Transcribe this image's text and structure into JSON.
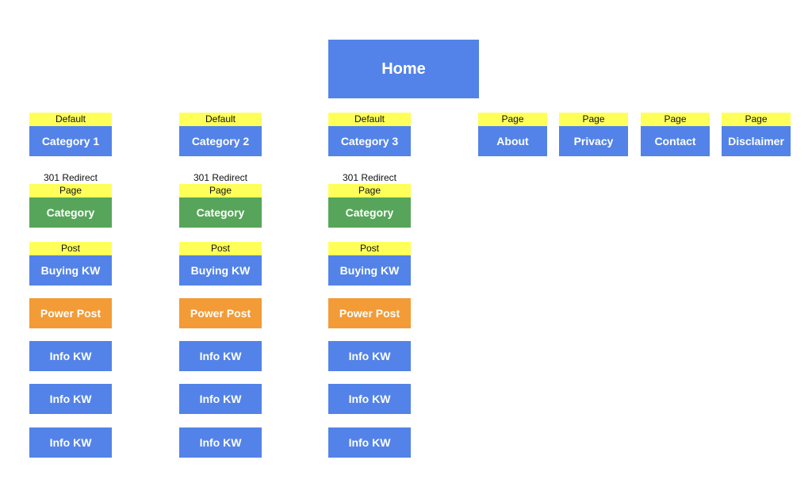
{
  "home": {
    "label": "Home"
  },
  "columns": [
    {
      "category_tag": "Default",
      "category_label": "Category 1",
      "redirect_note": "301 Redirect",
      "page_tag": "Page",
      "page_label": "Category",
      "post_tag": "Post",
      "buying_label": "Buying KW",
      "power_label": "Power Post",
      "info_labels": [
        "Info KW",
        "Info KW",
        "Info KW"
      ]
    },
    {
      "category_tag": "Default",
      "category_label": "Category 2",
      "redirect_note": "301 Redirect",
      "page_tag": "Page",
      "page_label": "Category",
      "post_tag": "Post",
      "buying_label": "Buying KW",
      "power_label": "Power Post",
      "info_labels": [
        "Info KW",
        "Info KW",
        "Info KW"
      ]
    },
    {
      "category_tag": "Default",
      "category_label": "Category 3",
      "redirect_note": "301 Redirect",
      "page_tag": "Page",
      "page_label": "Category",
      "post_tag": "Post",
      "buying_label": "Buying KW",
      "power_label": "Power Post",
      "info_labels": [
        "Info KW",
        "Info KW",
        "Info KW"
      ]
    }
  ],
  "pages": [
    {
      "tag": "Page",
      "label": "About"
    },
    {
      "tag": "Page",
      "label": "Privacy"
    },
    {
      "tag": "Page",
      "label": "Contact"
    },
    {
      "tag": "Page",
      "label": "Disclaimer"
    }
  ],
  "colors": {
    "blue": "#5383e8",
    "green": "#57a55a",
    "orange": "#f29b37",
    "tag_yellow": "#ffff5a"
  }
}
